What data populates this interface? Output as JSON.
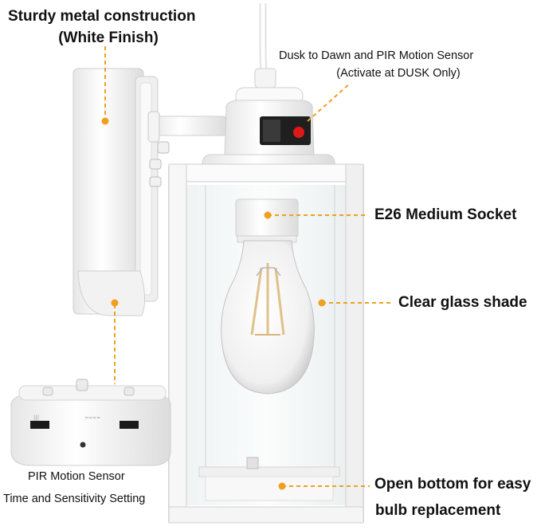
{
  "labels": {
    "construction_line1": "Sturdy metal construction",
    "construction_line2": "(White Finish)",
    "sensor_line1": "Dusk to Dawn and PIR Motion Sensor",
    "sensor_line2": "(Activate at DUSK Only)",
    "socket": "E26 Medium Socket",
    "shade": "Clear glass shade",
    "bottom_line1": "Open bottom for easy",
    "bottom_line2": "bulb replacement",
    "pir_line1": "PIR Motion Sensor",
    "pir_line2": "Time and Sensitivity Setting"
  },
  "colors": {
    "accent": "#f0a020",
    "sensor_dot": "#e01818",
    "fixture": "#f7f7f7",
    "outline": "#c8c8c8"
  }
}
